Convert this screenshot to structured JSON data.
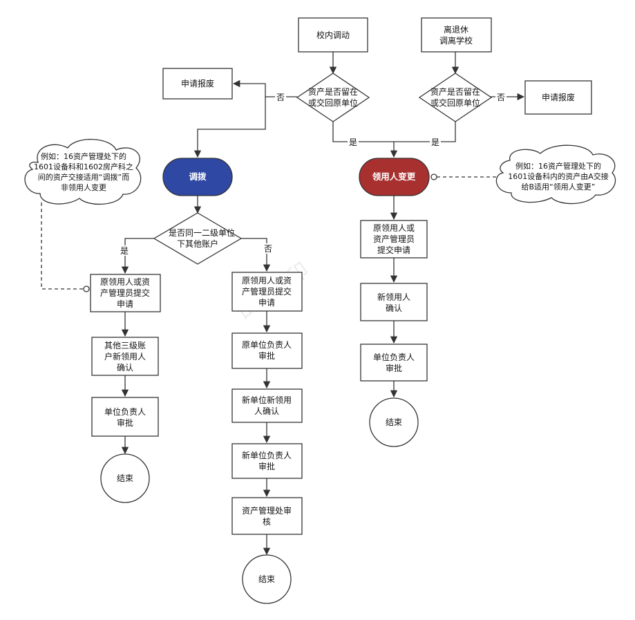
{
  "nodes": {
    "transfer_internal": "校内调动",
    "retire": [
      "离退休",
      "调离学校"
    ],
    "report_left": "申请报废",
    "report_right": "申请报废",
    "decision_left": [
      "资产是否留在",
      "或交回原单位"
    ],
    "decision_right": [
      "资产是否留在",
      "或交回原单位"
    ],
    "allocate": "调拨",
    "change_user": "领用人变更",
    "decision_same_unit": [
      "是否同一二级单位",
      "下其他账户"
    ],
    "a_submit": [
      "原领用人或资",
      "产管理员提交",
      "申请"
    ],
    "a_confirm": [
      "其他三级账",
      "户新领用人",
      "确认"
    ],
    "a_approve": [
      "单位负责人",
      "审批"
    ],
    "a_end": "结束",
    "b_submit": [
      "原领用人或资",
      "产管理员提交",
      "申请"
    ],
    "b_orig_approve": [
      "原单位负责人",
      "审批"
    ],
    "b_new_confirm": [
      "新单位新领用",
      "人确认"
    ],
    "b_new_approve": [
      "新单位负责人",
      "审批"
    ],
    "b_office_review": [
      "资产管理处审",
      "核"
    ],
    "b_end": "结束",
    "c_submit": [
      "原领用人或",
      "资产管理员",
      "提交申请"
    ],
    "c_confirm": [
      "新领用人",
      "确认"
    ],
    "c_approve": [
      "单位负责人",
      "审批"
    ],
    "c_end": "结束"
  },
  "edge_labels": {
    "no_left": "否",
    "no_right": "否",
    "yes_left": "是",
    "yes_right": "是",
    "yes_same": "是",
    "no_same": "否"
  },
  "notes": {
    "left": [
      "例如：16资产管理处下的",
      "1601设备科和1602房产科之",
      "间的资产交接适用“调拨”而",
      "非领用人变更"
    ],
    "right": [
      "例如：16资产管理处下的",
      "1601设备科内的资产由A交接",
      "给B适用“领用人变更”"
    ]
  },
  "watermark": "试用水印",
  "colors": {
    "allocate_fill": "#2e48a4",
    "change_user_fill": "#a8302f",
    "line": "#333333"
  }
}
